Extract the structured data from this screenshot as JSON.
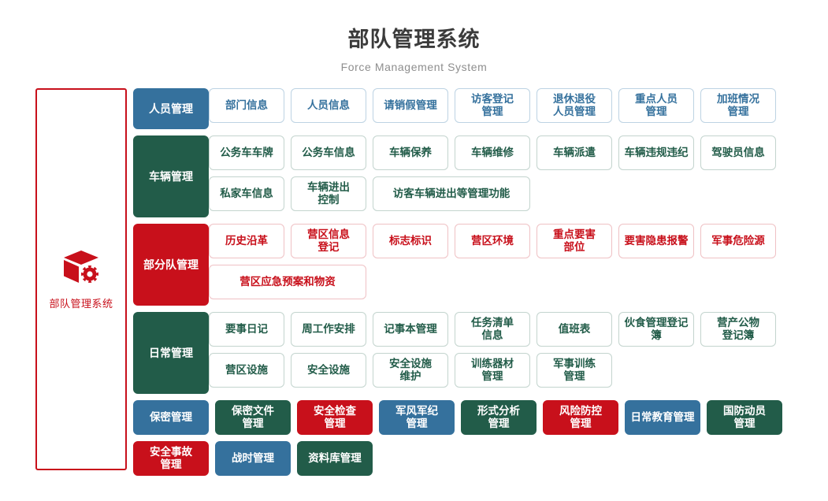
{
  "header": {
    "title": "部队管理系统",
    "subtitle": "Force Management System"
  },
  "brand": {
    "name": "部队管理系统",
    "icon": "cube-gear-icon",
    "frame_color": "#c8101b"
  },
  "palette": {
    "blue": "#35719d",
    "green": "#225c49",
    "red": "#c8101b",
    "blue_border": "#bdd3e3",
    "green_border": "#c3d4ce",
    "red_border": "#efc1c4",
    "title_color": "#3b3b3b",
    "subtitle_color": "#8e8e8e"
  },
  "rows": [
    {
      "category": "人员管理",
      "color": "blue",
      "items": [
        {
          "label": "部门信息",
          "style": "o-blue"
        },
        {
          "label": "人员信息",
          "style": "o-blue"
        },
        {
          "label": "请销假管理",
          "style": "o-blue"
        },
        {
          "label": "访客登记\n管理",
          "style": "o-blue"
        },
        {
          "label": "退休退役\n人员管理",
          "style": "o-blue"
        },
        {
          "label": "重点人员\n管理",
          "style": "o-blue"
        },
        {
          "label": "加班情况\n管理",
          "style": "o-blue"
        }
      ]
    },
    {
      "category": "车辆管理",
      "color": "green",
      "items": [
        {
          "label": "公务车车牌",
          "style": "o-green"
        },
        {
          "label": "公务车信息",
          "style": "o-green"
        },
        {
          "label": "车辆保养",
          "style": "o-green"
        },
        {
          "label": "车辆维修",
          "style": "o-green"
        },
        {
          "label": "车辆派遣",
          "style": "o-green"
        },
        {
          "label": "车辆违规违纪",
          "style": "o-green"
        },
        {
          "label": "驾驶员信息",
          "style": "o-green"
        },
        {
          "label": "私家车信息",
          "style": "o-green"
        },
        {
          "label": "车辆进出\n控制",
          "style": "o-green"
        },
        {
          "label": "访客车辆进出等管理功能",
          "style": "o-green",
          "wide": true
        }
      ]
    },
    {
      "category": "部分队管理",
      "color": "red",
      "items": [
        {
          "label": "历史沿革",
          "style": "o-red"
        },
        {
          "label": "营区信息\n登记",
          "style": "o-red"
        },
        {
          "label": "标志标识",
          "style": "o-red"
        },
        {
          "label": "营区环境",
          "style": "o-red"
        },
        {
          "label": "重点要害\n部位",
          "style": "o-red"
        },
        {
          "label": "要害隐患报警",
          "style": "o-red"
        },
        {
          "label": "军事危险源",
          "style": "o-red"
        },
        {
          "label": "营区应急预案和物资",
          "style": "o-red",
          "wide": true
        }
      ]
    },
    {
      "category": "日常管理",
      "color": "green",
      "items": [
        {
          "label": "要事日记",
          "style": "o-green"
        },
        {
          "label": "周工作安排",
          "style": "o-green"
        },
        {
          "label": "记事本管理",
          "style": "o-green"
        },
        {
          "label": "任务清单\n信息",
          "style": "o-green"
        },
        {
          "label": "值班表",
          "style": "o-green"
        },
        {
          "label": "伙食管理登记簿",
          "style": "o-green"
        },
        {
          "label": "营产公物\n登记簿",
          "style": "o-green"
        },
        {
          "label": "营区设施",
          "style": "o-green"
        },
        {
          "label": "安全设施",
          "style": "o-green"
        },
        {
          "label": "安全设施\n维护",
          "style": "o-green"
        },
        {
          "label": "训练器材\n管理",
          "style": "o-green"
        },
        {
          "label": "军事训练\n管理",
          "style": "o-green"
        }
      ]
    },
    {
      "category": "保密管理",
      "color": "blue",
      "category_inline": true,
      "items": [
        {
          "label": "保密文件\n管理",
          "style": "f-green"
        },
        {
          "label": "安全检查\n管理",
          "style": "f-red"
        },
        {
          "label": "军风军纪\n管理",
          "style": "f-blue"
        },
        {
          "label": "形式分析\n管理",
          "style": "f-green"
        },
        {
          "label": "风险防控\n管理",
          "style": "f-red"
        },
        {
          "label": "日常教育管理",
          "style": "f-blue"
        },
        {
          "label": "国防动员\n管理",
          "style": "f-green"
        },
        {
          "label": "安全事故\n管理",
          "style": "f-red"
        },
        {
          "label": "战时管理",
          "style": "f-blue"
        },
        {
          "label": "资料库管理",
          "style": "f-green"
        }
      ]
    }
  ]
}
